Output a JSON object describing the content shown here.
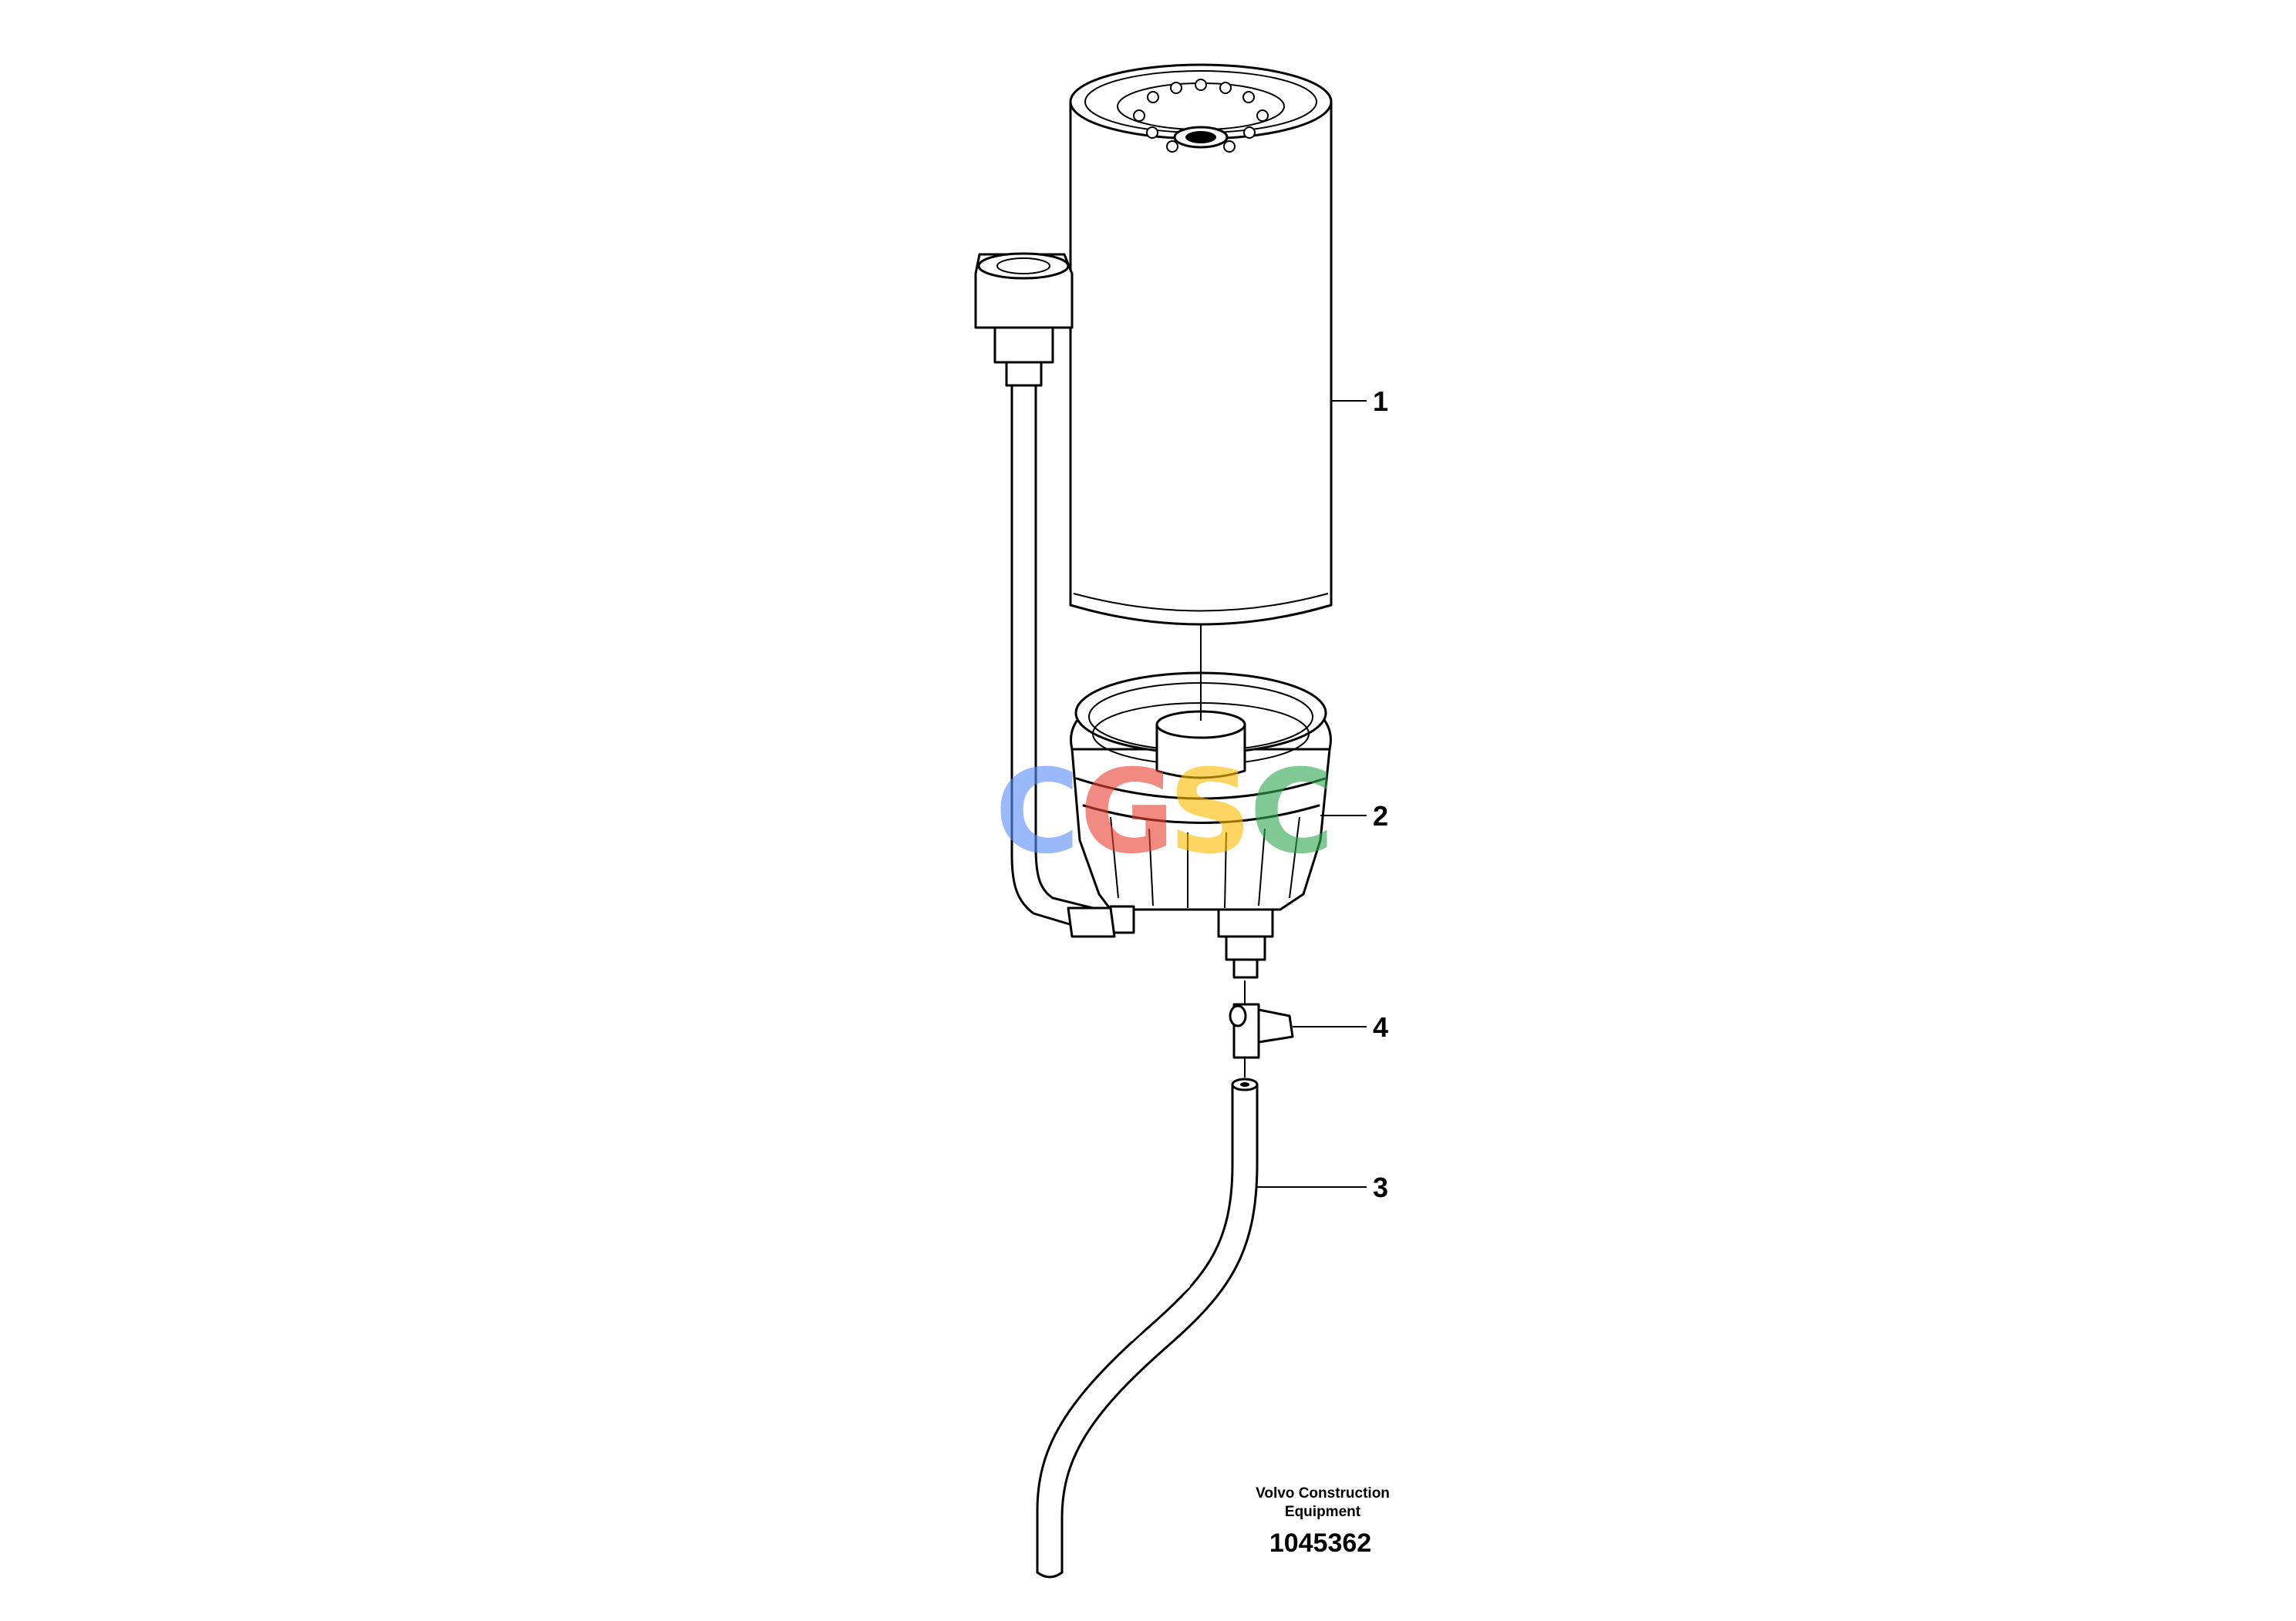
{
  "diagram": {
    "callouts": [
      "1",
      "2",
      "3",
      "4"
    ],
    "caption_line1": "Volvo Construction",
    "caption_line2": "Equipment",
    "document_number": "1045362"
  },
  "watermark": {
    "letters": [
      "C",
      "G",
      "S",
      "C"
    ],
    "colors": [
      "#5b8ff9",
      "#ea4335",
      "#fbbc05",
      "#34a853"
    ]
  }
}
